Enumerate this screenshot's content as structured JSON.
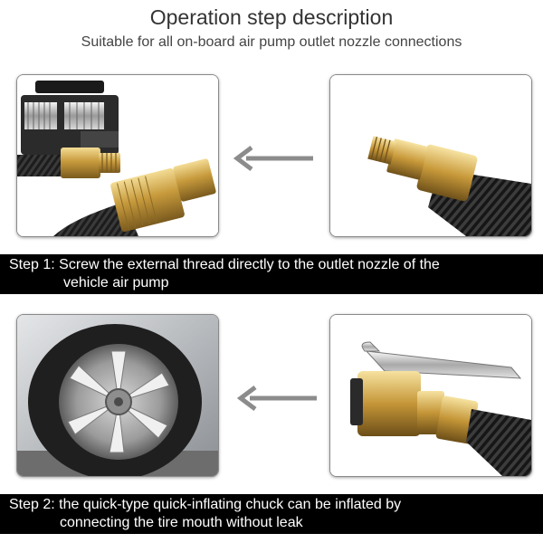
{
  "header": {
    "title": "Operation step description",
    "subtitle": "Suitable for all on-board air pump outlet nozzle connections"
  },
  "steps": [
    {
      "line1": "Step 1: Screw the external thread directly to the outlet nozzle of the",
      "line2": "vehicle air pump"
    },
    {
      "line1": "Step 2: the quick-type quick-inflating chuck can be inflated by",
      "line2": "connecting the tire mouth without leak"
    }
  ],
  "colors": {
    "band": "#000000",
    "band_text": "#ffffff",
    "arrow": "#8c8c8c",
    "brass": "#c9a24a"
  },
  "icons": {
    "step1_arrow": "arrow-left-icon",
    "step2_arrow": "arrow-left-icon"
  }
}
